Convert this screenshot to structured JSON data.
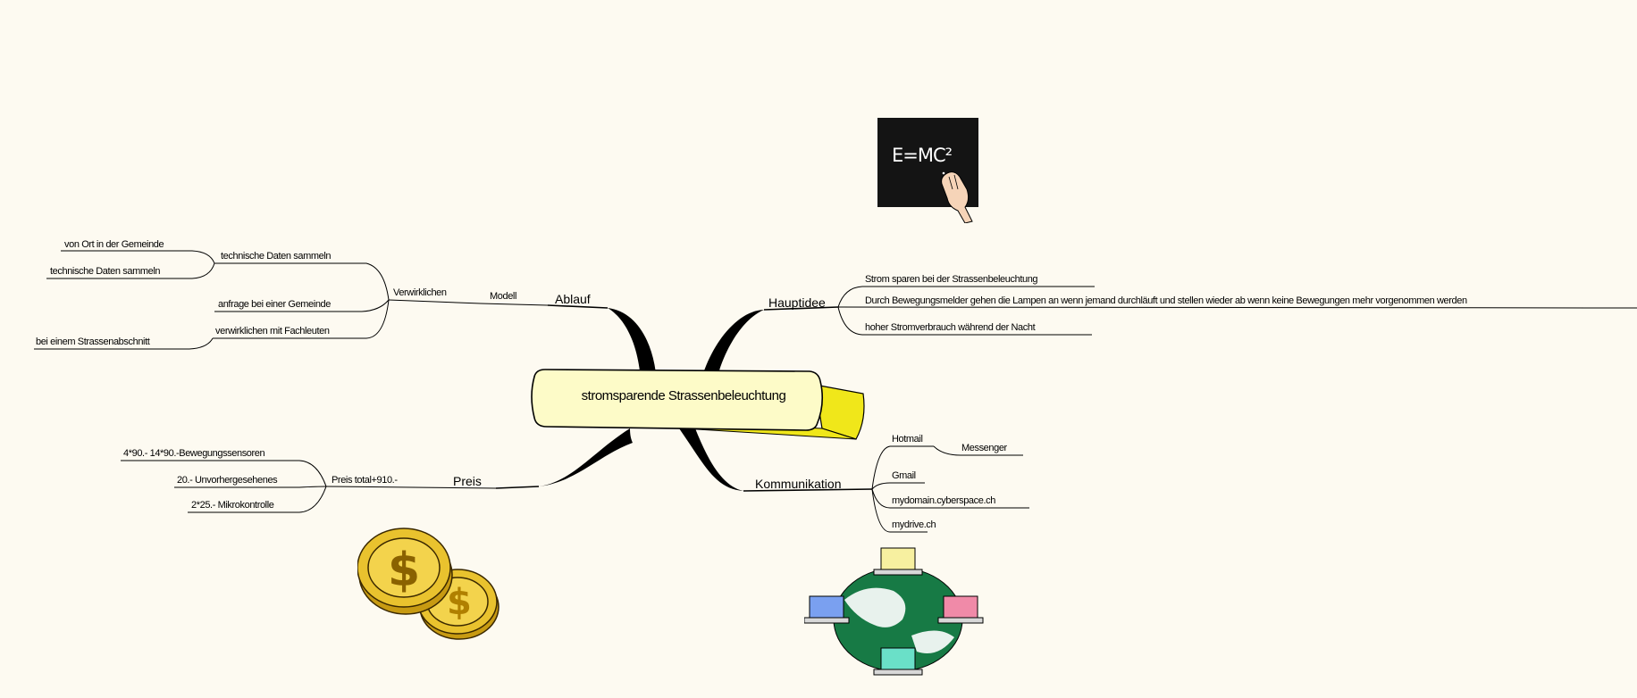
{
  "central": {
    "label": "stromsparende Strassenbeleuchtung"
  },
  "branches": {
    "ablauf": {
      "label": "Ablauf",
      "modell": "Modell",
      "verwirklichen": "Verwirklichen",
      "technische_daten": "technische Daten sammeln",
      "von_ort": "von Ort in der Gemeinde",
      "technische_daten_2": "technische Daten sammeln",
      "anfrage": "anfrage bei einer Gemeinde",
      "verwirklichen_mit": "verwirklichen mit Fachleuten",
      "bei_einem": "bei einem Strassenabschnitt"
    },
    "preis": {
      "label": "Preis",
      "total": "Preis total+910.-",
      "item1": "4*90.- 14*90.-Bewegungssensoren",
      "item2": "20.- Unvorhergesehenes",
      "item3": "2*25.- Mikrokontrolle"
    },
    "hauptidee": {
      "label": "Hauptidee",
      "item1": "Strom sparen bei der Strassenbeleuchtung",
      "item2": "Durch Bewegungsmelder gehen die Lampen an wenn jemand durchläuft und stellen wieder ab wenn keine Bewegungen mehr vorgenommen werden",
      "item3": "hoher Stromverbrauch während der Nacht"
    },
    "kommunikation": {
      "label": "Kommunikation",
      "hotmail": "Hotmail",
      "messenger": "Messenger",
      "gmail": "Gmail",
      "mydomain": "mydomain.cyberspace.ch",
      "mydrive": "mydrive.ch"
    }
  },
  "images": {
    "formula": "E=MC²",
    "formula_icon": "blackboard-formula-icon",
    "coins_icon": "dollar-coins-icon",
    "network_icon": "globe-network-icon"
  },
  "colors": {
    "background": "#fdfaf1",
    "central_fill": "#fdfbc8",
    "central_shadow": "#f0e71a",
    "branch_line": "#000000",
    "blackboard": "#141414"
  }
}
